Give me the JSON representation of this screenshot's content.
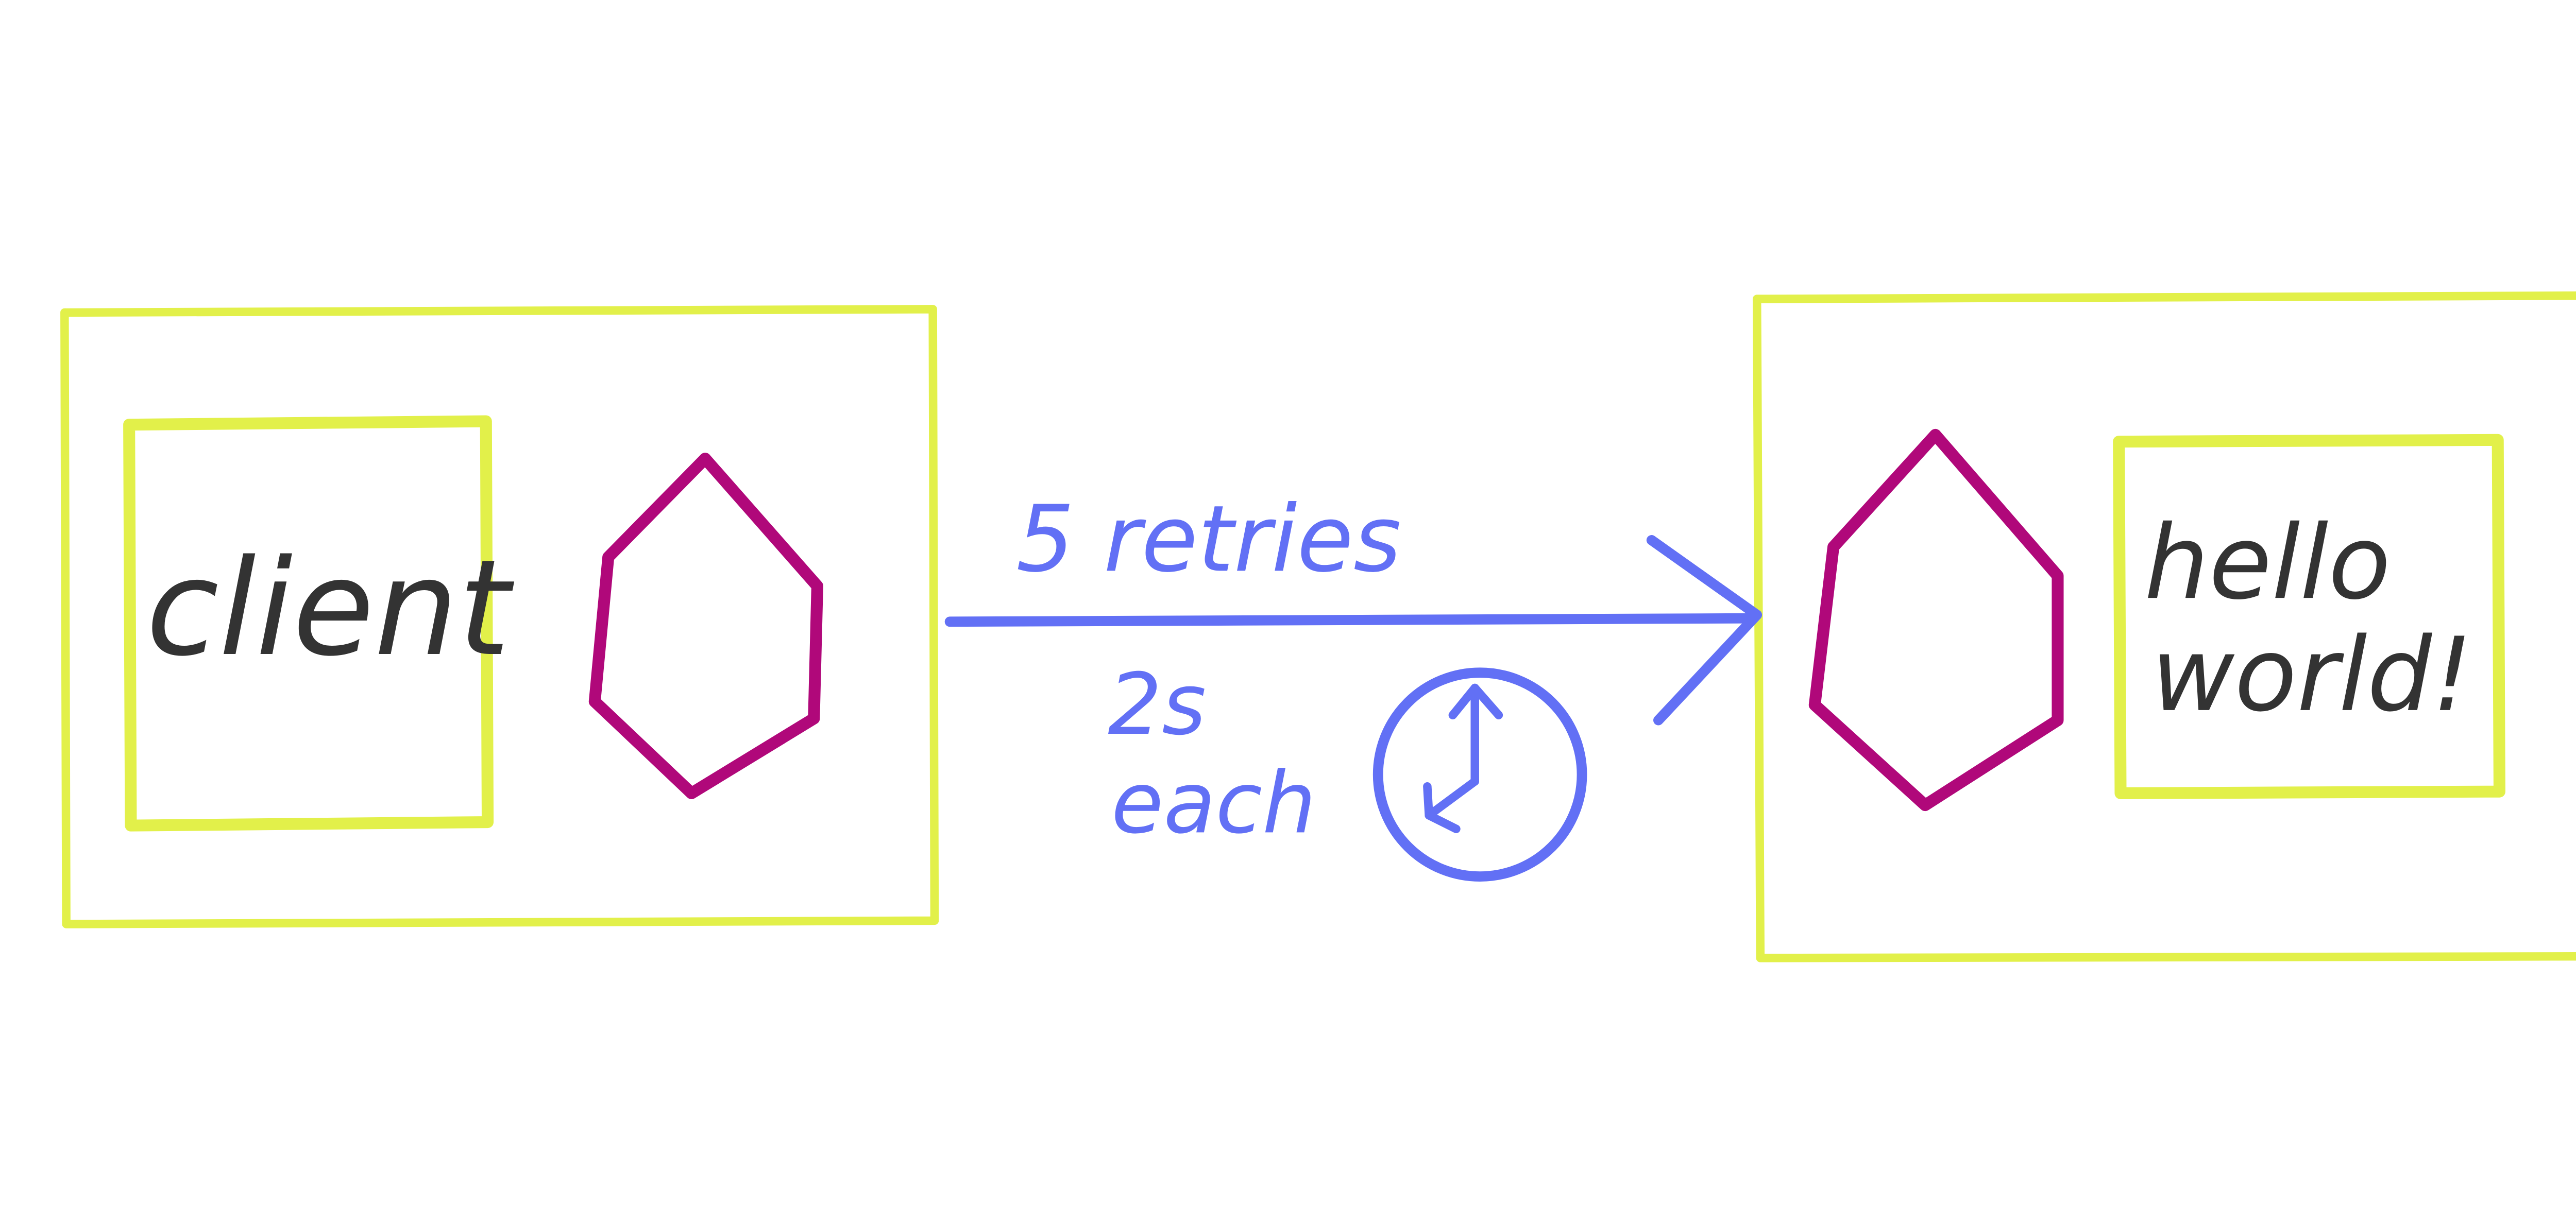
{
  "colors": {
    "box_stroke": "#e2f04a",
    "hexagon_stroke": "#b0087a",
    "arrow_stroke": "#6270f5",
    "text_dark": "#333333",
    "text_annotation": "#6270f5",
    "background": "#ffffff"
  },
  "client": {
    "label": "client"
  },
  "server": {
    "label_line1": "hello",
    "label_line2": "world!"
  },
  "connection": {
    "retries_label": "5 retries",
    "interval_line1": "2s",
    "interval_line2": "each",
    "clock_icon": "clock-icon"
  }
}
